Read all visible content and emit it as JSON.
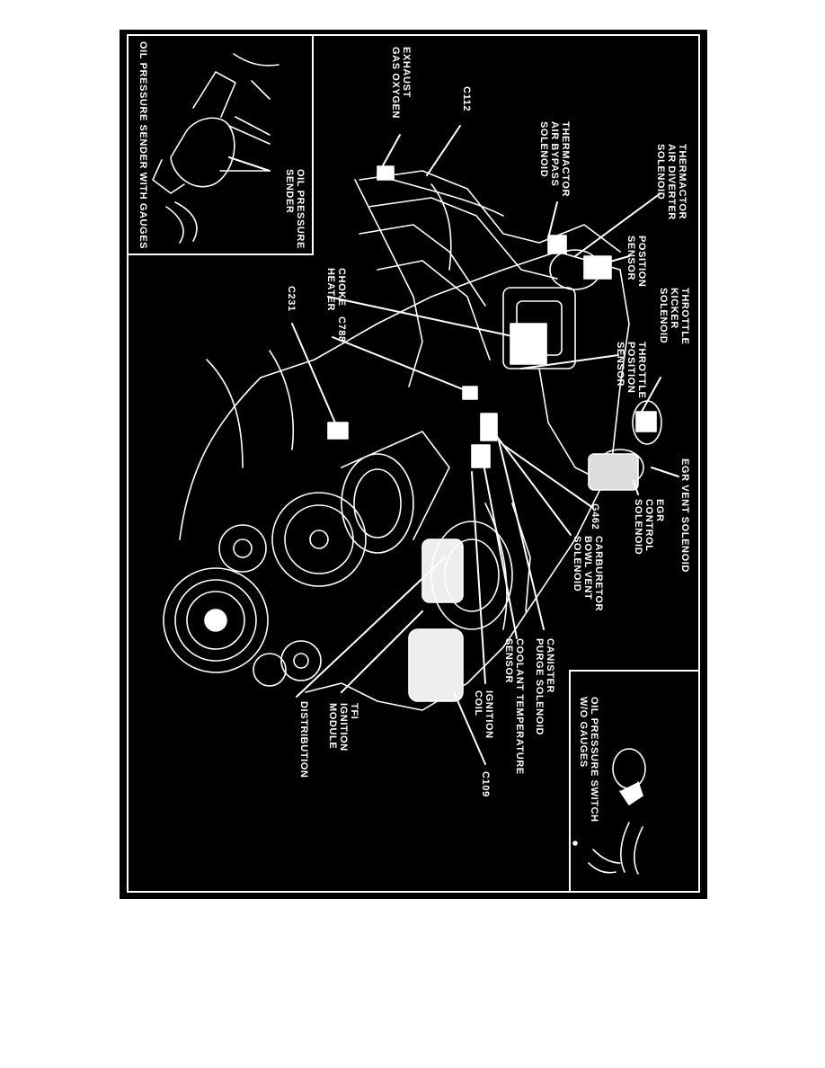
{
  "labels": {
    "oil_pressure_sender_with_gauges": "OIL PRESSURE SENDER WITH GAUGES",
    "oil_pressure_sender": "OIL PRESSURE\nSENDER",
    "exhaust_gas_oxygen": "EXHAUST\nGAS OXYGEN",
    "c112": "C112",
    "thermactor_air_bypass_solenoid": "THERMACTOR\nAIR BYPASS\nSOLENOID",
    "thermactor_air_diverter_solenoid": "THERMACTOR\nAIR DIVERTER\nSOLENOID",
    "position_sensor": "POSITION\nSENSOR",
    "throttle_kicker_solenoid": "THROTTLE\nKICKER\nSOLENOID",
    "throttle_position_sensor": "THROTTLE\nPOSITION\nSENSOR",
    "choke_heater": "CHOKE\nHEATER",
    "c788": "C788",
    "c231": "C231",
    "egr_vent_solenoid": "EGR VENT SOLENOID",
    "egr_control_solenoid": "EGR\nCONTROL\nSOLENOID",
    "g462": "G462",
    "carburetor_bowl_vent_solenoid": "CARBURETOR\nBOWL VENT\nSOLENOID",
    "canister_purge_solenoid": "CANISTER\nPURGE SOLENOID",
    "coolant_temperature_sensor": "COOLANT TEMPERATURE\nSENSOR",
    "ignition_coil": "IGNITION\nCOIL",
    "c109": "C109",
    "tfi_ignition_module": "TFI\nIGNITION\nMODULE",
    "distribution": "DISTRIBUTION",
    "oil_pressure_switch_wo_gauges": "OIL PRESSURE SWITCH\nW/O GAUGES"
  },
  "colors": {
    "background": "#000000",
    "line_art": "#ffffff",
    "page": "#ffffff"
  }
}
